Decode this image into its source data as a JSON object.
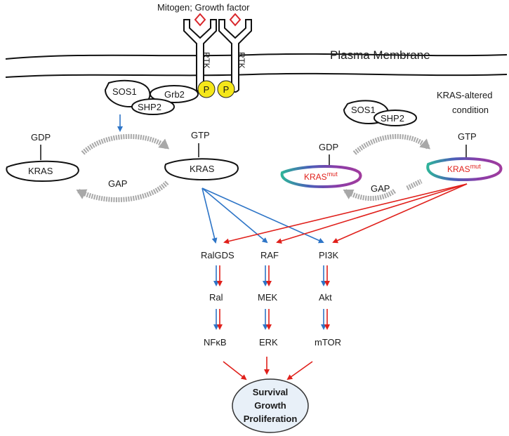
{
  "header": {
    "stimulus_label": "Mitogen; Growth factor",
    "membrane_label": "Plasma Membrane",
    "receptor_label": "RTK",
    "phospho_label": "P"
  },
  "left_panel": {
    "sos1": "SOS1",
    "grb2": "Grb2",
    "shp2": "SHP2",
    "gdp": "GDP",
    "gtp": "GTP",
    "kras_inactive": "KRAS",
    "kras_active": "KRAS",
    "gap": "GAP"
  },
  "right_panel": {
    "condition_line1": "KRAS-altered",
    "condition_line2": "condition",
    "sos1": "SOS1",
    "shp2": "SHP2",
    "gdp": "GDP",
    "gtp": "GTP",
    "kras_mut_base": "KRAS",
    "kras_mut_sup": "mut",
    "gap": "GAP"
  },
  "effectors": {
    "ralgds": "RalGDS",
    "raf": "RAF",
    "pi3k": "PI3K",
    "ral": "Ral",
    "mek": "MEK",
    "akt": "Akt",
    "nfkb": "NFκB",
    "erk": "ERK",
    "mtor": "mTOR"
  },
  "outcome": {
    "line1": "Survival",
    "line2": "Growth",
    "line3": "Proliferation"
  },
  "colors": {
    "normal_signal": "#2e75c7",
    "mutant_signal": "#e0201b",
    "phospho_fill": "#f5e71a",
    "ligand": "#d9262b",
    "outcome_fill": "#e8f0f8"
  }
}
